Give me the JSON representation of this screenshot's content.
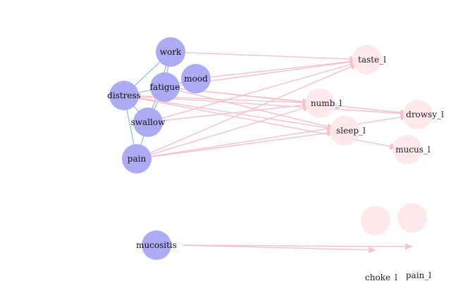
{
  "colors": {
    "symptom_node": "#a9a7f3",
    "outcome_node": "#fde7ea",
    "symptom_edge": "#8fc4ea",
    "cross_edge": "#f7c1cb"
  },
  "nodes": [
    {
      "id": "work",
      "label": "work",
      "group": "symptom"
    },
    {
      "id": "mood",
      "label": "mood",
      "group": "symptom"
    },
    {
      "id": "fatigue",
      "label": "fatigue",
      "group": "symptom"
    },
    {
      "id": "distress",
      "label": "distress",
      "group": "symptom"
    },
    {
      "id": "swallow",
      "label": "swallow",
      "group": "symptom"
    },
    {
      "id": "pain",
      "label": "pain",
      "group": "symptom"
    },
    {
      "id": "mucositis",
      "label": "mucositis",
      "group": "symptom"
    },
    {
      "id": "taste_l",
      "label": "taste_l",
      "group": "outcome"
    },
    {
      "id": "numb_l",
      "label": "numb_l",
      "group": "outcome"
    },
    {
      "id": "drowsy_l",
      "label": "drowsy_l",
      "group": "outcome"
    },
    {
      "id": "sleep_l",
      "label": "sleep_l",
      "group": "outcome"
    },
    {
      "id": "mucus_l",
      "label": "mucus_l",
      "group": "outcome"
    },
    {
      "id": "choke_l",
      "label": "choke_l",
      "group": "outcome"
    },
    {
      "id": "pain_l",
      "label": "pain_l",
      "group": "outcome"
    }
  ],
  "edges": [
    {
      "from": "work",
      "to": "fatigue",
      "kind": "undirected"
    },
    {
      "from": "work",
      "to": "distress",
      "kind": "undirected"
    },
    {
      "from": "work",
      "to": "swallow",
      "kind": "undirected"
    },
    {
      "from": "mood",
      "to": "fatigue",
      "kind": "undirected"
    },
    {
      "from": "fatigue",
      "to": "distress",
      "kind": "undirected"
    },
    {
      "from": "fatigue",
      "to": "swallow",
      "kind": "undirected"
    },
    {
      "from": "distress",
      "to": "swallow",
      "kind": "undirected"
    },
    {
      "from": "distress",
      "to": "pain",
      "kind": "undirected"
    },
    {
      "from": "swallow",
      "to": "pain",
      "kind": "undirected"
    },
    {
      "from": "work",
      "to": "taste_l",
      "kind": "directed"
    },
    {
      "from": "mood",
      "to": "taste_l",
      "kind": "directed"
    },
    {
      "from": "fatigue",
      "to": "taste_l",
      "kind": "directed"
    },
    {
      "from": "fatigue",
      "to": "numb_l",
      "kind": "directed"
    },
    {
      "from": "fatigue",
      "to": "drowsy_l",
      "kind": "directed"
    },
    {
      "from": "fatigue",
      "to": "sleep_l",
      "kind": "directed"
    },
    {
      "from": "distress",
      "to": "numb_l",
      "kind": "directed"
    },
    {
      "from": "distress",
      "to": "drowsy_l",
      "kind": "directed"
    },
    {
      "from": "distress",
      "to": "sleep_l",
      "kind": "directed"
    },
    {
      "from": "distress",
      "to": "mucus_l",
      "kind": "directed"
    },
    {
      "from": "swallow",
      "to": "taste_l",
      "kind": "directed"
    },
    {
      "from": "swallow",
      "to": "numb_l",
      "kind": "directed"
    },
    {
      "from": "pain",
      "to": "taste_l",
      "kind": "directed"
    },
    {
      "from": "pain",
      "to": "numb_l",
      "kind": "directed"
    },
    {
      "from": "pain",
      "to": "sleep_l",
      "kind": "directed"
    },
    {
      "from": "pain",
      "to": "drowsy_l",
      "kind": "directed"
    },
    {
      "from": "mucositis",
      "to": "choke_l",
      "kind": "directed"
    },
    {
      "from": "mucositis",
      "to": "pain_l",
      "kind": "directed"
    }
  ]
}
